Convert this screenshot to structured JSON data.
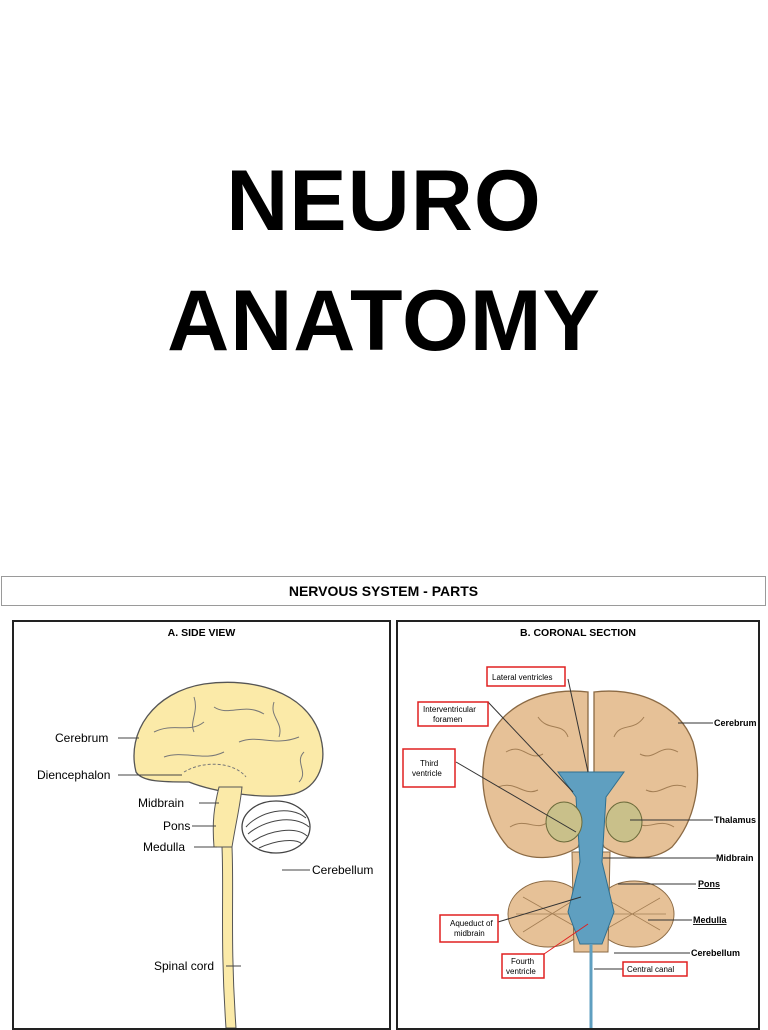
{
  "title": {
    "line1": "NEURO",
    "line2": "ANATOMY"
  },
  "banner": "NERVOUS SYSTEM - PARTS",
  "panel_a": {
    "title": "A. SIDE VIEW",
    "labels": {
      "cerebrum": "Cerebrum",
      "diencephalon": "Diencephalon",
      "midbrain": "Midbrain",
      "pons": "Pons",
      "medulla": "Medulla",
      "cerebellum": "Cerebellum",
      "spinal_cord": "Spinal cord"
    }
  },
  "panel_b": {
    "title": "B. CORONAL SECTION",
    "boxed_labels": {
      "lateral_ventricles": "Lateral ventricles",
      "interventricular_1": "Interventricular",
      "interventricular_2": "foramen",
      "third_1": "Third",
      "third_2": "ventricle",
      "aqueduct_1": "Aqueduct of",
      "aqueduct_2": "midbrain",
      "fourth_1": "Fourth",
      "fourth_2": "ventricle",
      "central_canal": "Central canal"
    },
    "labels": {
      "cerebrum": "Cerebrum",
      "thalamus": "Thalamus",
      "midbrain": "Midbrain",
      "pons": "Pons",
      "medulla": "Medulla",
      "cerebellum": "Cerebellum"
    }
  },
  "colors": {
    "brain_yellow": "#fbeaa8",
    "tissue_tan": "#e6c197",
    "ventricle_blue": "#5f9fc0",
    "box_red": "#e02020"
  }
}
